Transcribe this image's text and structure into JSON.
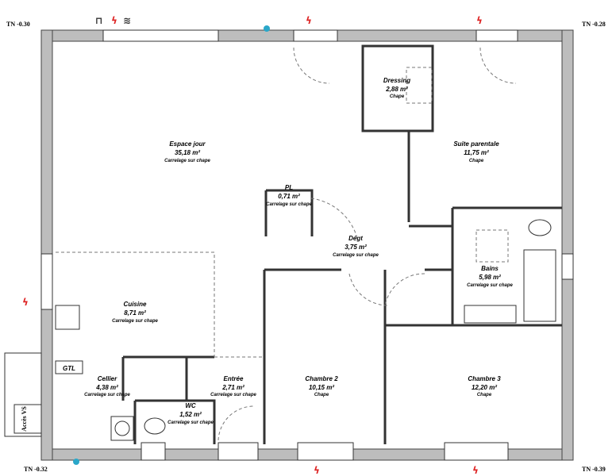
{
  "levels": {
    "top_left": "TN -0.30",
    "top_right": "TN -0.28",
    "bottom_left": "TN -0.32",
    "bottom_right": "TN -0.39"
  },
  "access": "Accès VS",
  "gtl": "GTL",
  "rooms": {
    "espace_jour": {
      "name": "Espace jour",
      "area": "35,18 m²",
      "floor": "Carrelage sur chape"
    },
    "dressing": {
      "name": "Dressing",
      "area": "2,88 m²",
      "floor": "Chape"
    },
    "suite": {
      "name": "Suite parentale",
      "area": "11,75 m²",
      "floor": "Chape"
    },
    "pl": {
      "name": "PL",
      "area": "0,71 m²",
      "floor": "Carrelage sur chape"
    },
    "degt": {
      "name": "Dégt",
      "area": "3,75 m²",
      "floor": "Carrelage sur chape"
    },
    "bains": {
      "name": "Bains",
      "area": "5,98 m²",
      "floor": "Carrelage sur chape"
    },
    "cuisine": {
      "name": "Cuisine",
      "area": "8,71 m²",
      "floor": "Carrelage sur chape"
    },
    "cellier": {
      "name": "Cellier",
      "area": "4,38 m²",
      "floor": "Carrelage sur chape"
    },
    "entree": {
      "name": "Entrée",
      "area": "2,71 m²",
      "floor": "Carrelage sur chape"
    },
    "wc": {
      "name": "WC",
      "area": "1,52 m²",
      "floor": "Carrelage sur chape"
    },
    "chambre2": {
      "name": "Chambre 2",
      "area": "10,15 m²",
      "floor": "Chape"
    },
    "chambre3": {
      "name": "Chambre 3",
      "area": "12,20 m²",
      "floor": "Chape"
    }
  },
  "colors": {
    "wall": "#bdbdbd",
    "accent_red": "#d22",
    "marker_blue": "#2aa7c9"
  }
}
